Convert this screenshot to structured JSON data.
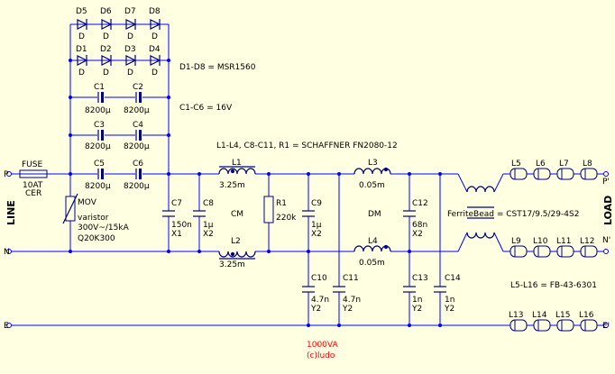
{
  "notes": {
    "diodes": "D1-D8 = MSR1560",
    "caps": "C1-C6 = 16V",
    "schaffner": "L1-L4, C8-C11, R1 = SCHAFFNER FN2080-12",
    "ferrite": "FerriteBead = CST17/9.5/29-4S2",
    "beads": "L5-L16 = FB-43-6301",
    "power": "1000VA",
    "author": "(c)ludo"
  },
  "side_labels": {
    "line": "LINE",
    "load": "LOAD"
  },
  "nodes": {
    "p": "P",
    "n": "N",
    "e": "E",
    "p_out": "P'",
    "n_out": "N'",
    "e_out": "E'"
  },
  "diodes_top": [
    {
      "ref": "D5",
      "val": "D"
    },
    {
      "ref": "D6",
      "val": "D"
    },
    {
      "ref": "D7",
      "val": "D"
    },
    {
      "ref": "D8",
      "val": "D"
    }
  ],
  "diodes_bottom": [
    {
      "ref": "D1",
      "val": "D"
    },
    {
      "ref": "D2",
      "val": "D"
    },
    {
      "ref": "D3",
      "val": "D"
    },
    {
      "ref": "D4",
      "val": "D"
    }
  ],
  "caps_bank": [
    {
      "ref": "C1",
      "val": "8200µ"
    },
    {
      "ref": "C2",
      "val": "8200µ"
    },
    {
      "ref": "C3",
      "val": "8200µ"
    },
    {
      "ref": "C4",
      "val": "8200µ"
    },
    {
      "ref": "C5",
      "val": "8200µ"
    },
    {
      "ref": "C6",
      "val": "8200µ"
    }
  ],
  "fuse": {
    "ref": "FUSE",
    "val1": "10AT",
    "val2": "CER"
  },
  "mov": {
    "ref": "MOV",
    "line1": "varistor",
    "line2": "300V~/15kA",
    "line3": "Q20K300"
  },
  "c7": {
    "ref": "C7",
    "val": "150n",
    "cls": "X1"
  },
  "c8": {
    "ref": "C8",
    "val": "1µ",
    "cls": "X2"
  },
  "l1": {
    "ref": "L1",
    "val": "3.25m"
  },
  "l2": {
    "ref": "L2",
    "val": "3.25m"
  },
  "cm": "CM",
  "dm": "DM",
  "r1": {
    "ref": "R1",
    "val": "220k"
  },
  "c9": {
    "ref": "C9",
    "val": "1µ",
    "cls": "X2"
  },
  "l3": {
    "ref": "L3",
    "val": "0.05m"
  },
  "l4": {
    "ref": "L4",
    "val": "0.05m"
  },
  "c12": {
    "ref": "C12",
    "val": "68n",
    "cls": "X2"
  },
  "c10": {
    "ref": "C10",
    "val": "4.7n",
    "cls": "Y2"
  },
  "c11": {
    "ref": "C11",
    "val": "4.7n",
    "cls": "Y2"
  },
  "c13": {
    "ref": "C13",
    "val": "1n",
    "cls": "Y2"
  },
  "c14": {
    "ref": "C14",
    "val": "1n",
    "cls": "Y2"
  },
  "beads_p": [
    "L5",
    "L6",
    "L7",
    "L8"
  ],
  "beads_n": [
    "L9",
    "L10",
    "L11",
    "L12"
  ],
  "beads_e": [
    "L13",
    "L14",
    "L15",
    "L16"
  ]
}
